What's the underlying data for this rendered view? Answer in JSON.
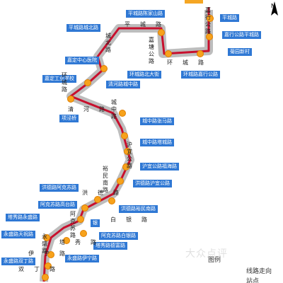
{
  "map": {
    "colors": {
      "route": "#c8102e",
      "road": "#b9b9b9",
      "label_bg": "#2f78d4",
      "stop": "#f5a623"
    },
    "stops": [
      "平城路陈家山路",
      "平城路城北路",
      "嘉定中心医院",
      "嘉定工业学校",
      "清河路城中路",
      "城中路张马路",
      "城中路塔城路",
      "沪宜公路福海路",
      "洪德路沪宜公路",
      "洪德路阿克苏路",
      "阿克苏路高台路",
      "洪德路裕民南路",
      "阿克苏路白银路",
      "塔秀路永盛路",
      "塔秀路德富路",
      "永盛路天祝路",
      "永盛路伊宁路",
      "永盛路双丁路",
      "平城路",
      "嘉行公路平城路",
      "菊园新村",
      "环城路北大街",
      "环城路嘉行公路",
      "项泾桥",
      "银"
    ],
    "roads": {
      "pingcheng": "平城路",
      "chengbei": "城北路",
      "jiatang": "嘉塘公路",
      "huancheng": "环城路",
      "huancheng_left": "环城路",
      "jiaxing": "嘉行公路",
      "qinghe": "清河路",
      "chengzhong": "城中路",
      "huyi": "沪宜公路",
      "yumin": "裕民南路",
      "hongde": "洪德路",
      "akesu": "阿克苏路",
      "baiyin": "白银路",
      "taxiu": "塔秀路",
      "yongsheng": "永盛路",
      "yining": "伊宁路",
      "shuangding": "双丁路"
    },
    "legend": {
      "title": "图例",
      "route_label": "线路走向",
      "stop_label": "站点"
    },
    "watermark": "大众点评",
    "north_mark": "N"
  }
}
